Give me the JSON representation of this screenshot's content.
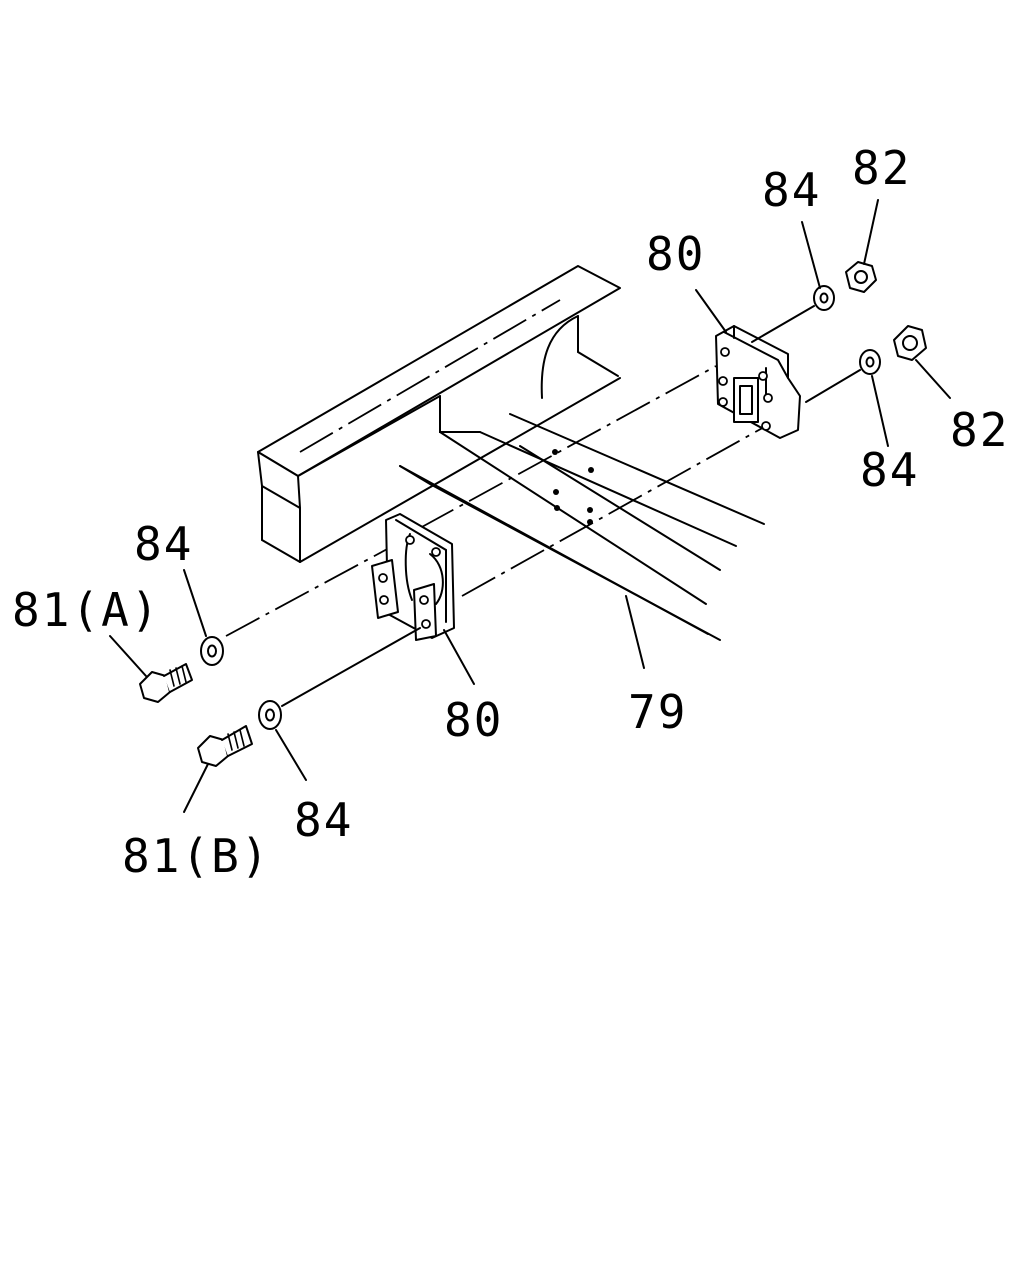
{
  "diagram": {
    "callouts": {
      "c79": "79",
      "c80_upper": "80",
      "c80_lower": "80",
      "c81a": "81(A)",
      "c81b": "81(B)",
      "c82_top": "82",
      "c82_right": "82",
      "c84_top": "84",
      "c84_right": "84",
      "c84_left": "84",
      "c84_bottom": "84"
    },
    "colors": {
      "ink": "#000000",
      "paper": "#ffffff"
    }
  }
}
